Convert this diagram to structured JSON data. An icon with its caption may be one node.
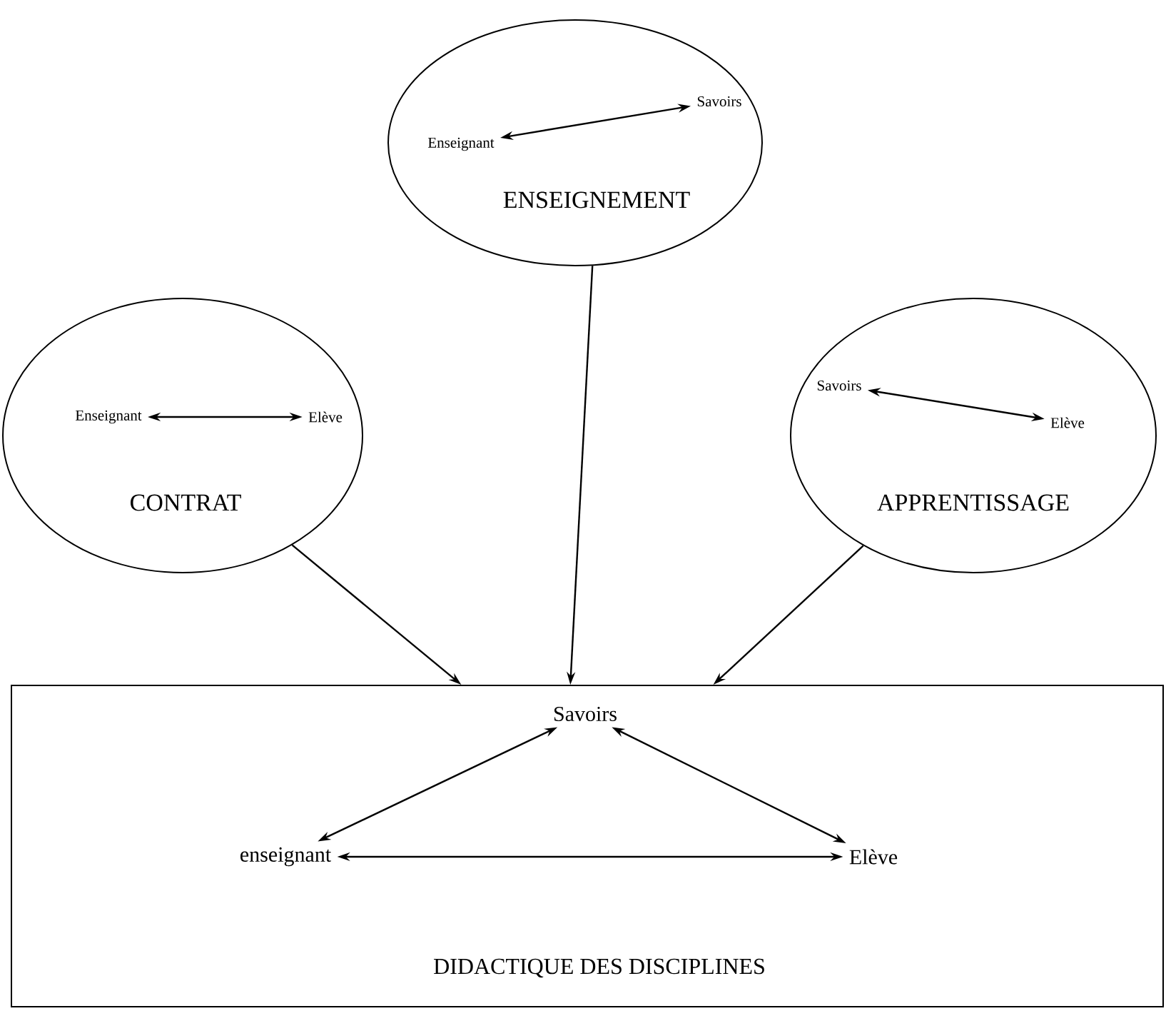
{
  "diagram": {
    "nodes": [
      {
        "text": [
          "ENSEIGNEMENT"
        ]
      },
      {
        "text": [
          "Enseignant"
        ],
        "in": 0
      },
      {
        "text": [
          "Savoirs"
        ],
        "in": 0
      },
      {
        "text": [
          "CONTRAT"
        ]
      },
      {
        "text": [
          "Enseignant"
        ],
        "in": 3
      },
      {
        "text": [
          "Elève"
        ],
        "in": 3
      },
      {
        "text": [
          "APPRENTISSAGE"
        ]
      },
      {
        "text": [
          "Savoirs"
        ],
        "in": 6
      },
      {
        "text": [
          "Elève"
        ],
        "in": 6
      },
      {
        "text": [
          "DIDACTIQUE DES DISCIPLINES"
        ]
      },
      {
        "text": [
          "Savoirs"
        ],
        "in": 9
      },
      {
        "text": [
          "enseignant"
        ],
        "in": 9
      },
      {
        "text": [
          "Elève"
        ],
        "in": 9
      }
    ],
    "edges": [
      {
        "from": 1,
        "to": 2,
        "arrow": "both"
      },
      {
        "from": 4,
        "to": 5,
        "arrow": "both"
      },
      {
        "from": 7,
        "to": 8,
        "arrow": "both"
      },
      {
        "from": 0,
        "to": 9,
        "arrow": "to"
      },
      {
        "from": 3,
        "to": 9,
        "arrow": "to"
      },
      {
        "from": 6,
        "to": 9,
        "arrow": "to"
      },
      {
        "from": 11,
        "to": 10,
        "arrow": "both"
      },
      {
        "from": 10,
        "to": 12,
        "arrow": "both"
      },
      {
        "from": 11,
        "to": 12,
        "arrow": "both"
      }
    ]
  }
}
